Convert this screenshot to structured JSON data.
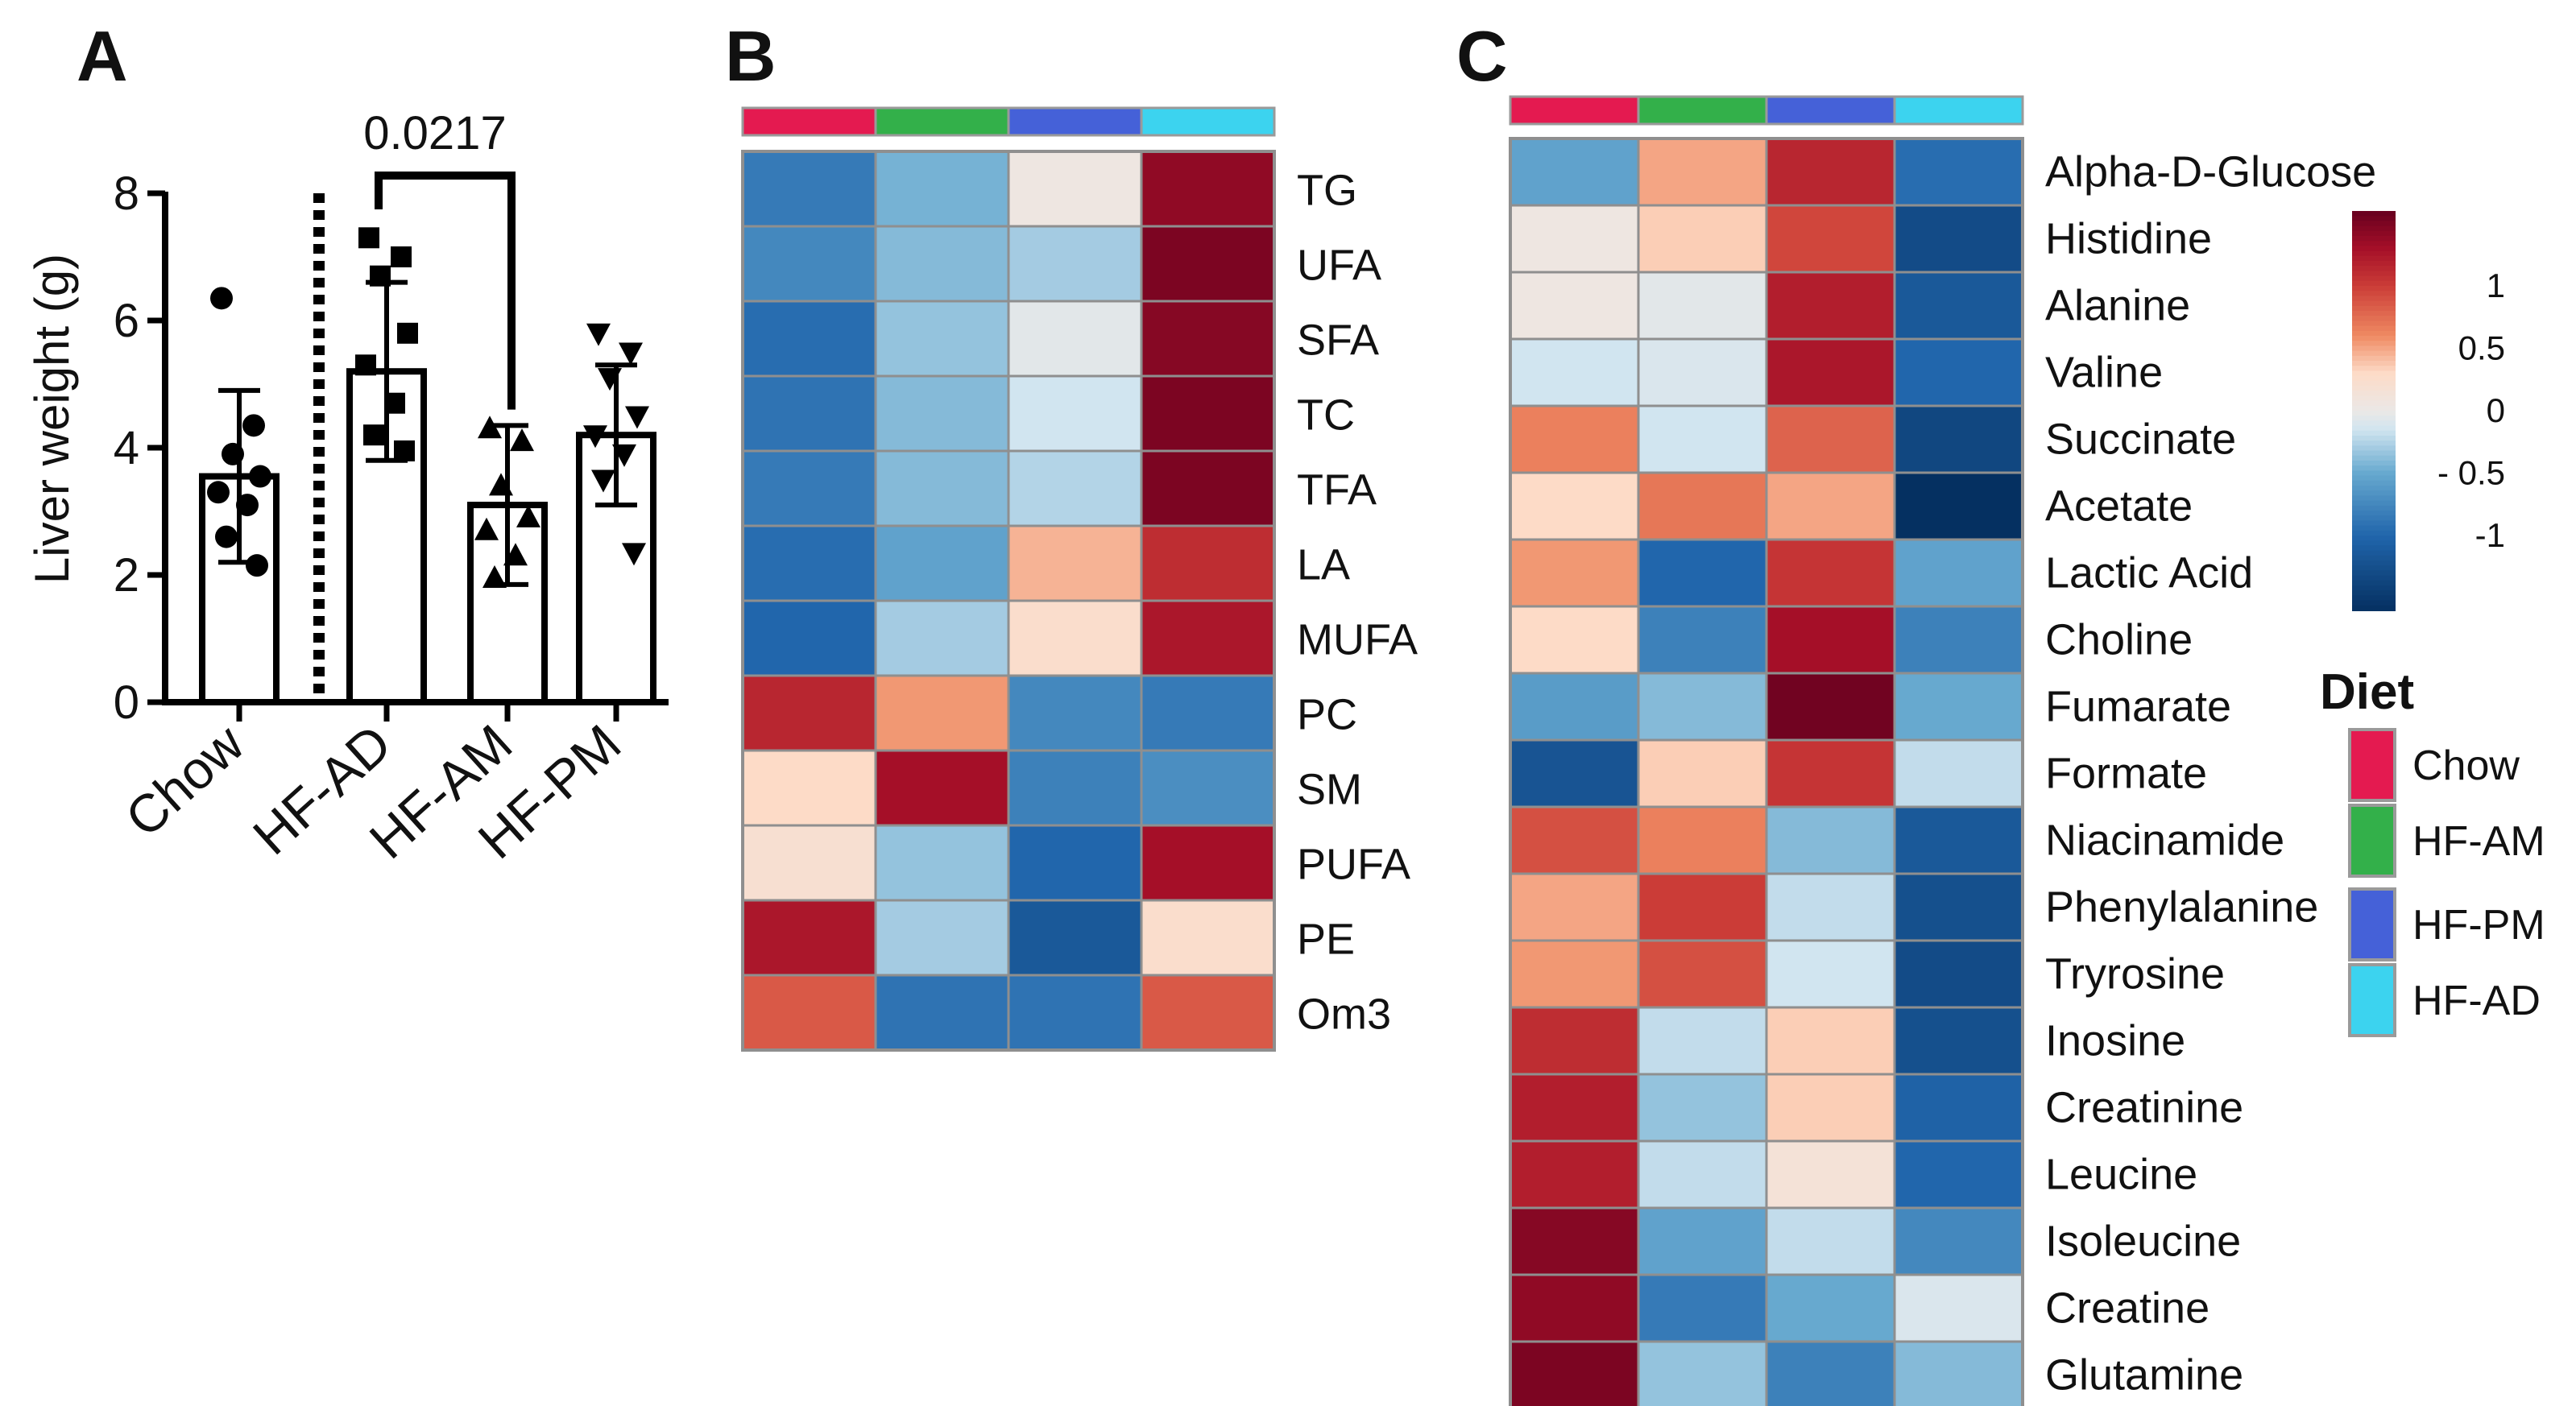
{
  "panels": {
    "a": "A",
    "b": "B",
    "c": "C"
  },
  "colors": {
    "Chow": "#e41a50",
    "HF-AM": "#33b04a",
    "HF-PM": "#4561d8",
    "HF-AD": "#3cd3ef"
  },
  "chart_data": [
    {
      "type": "bar",
      "panel": "A",
      "ylabel": "Liver weight (g)",
      "ylim": [
        0,
        8
      ],
      "yticks": [
        "0",
        "2",
        "4",
        "6",
        "8"
      ],
      "categories": [
        "Chow",
        "HF-AD",
        "HF-AM",
        "HF-PM"
      ],
      "values": [
        3.55,
        5.2,
        3.1,
        4.2
      ],
      "sd": [
        1.35,
        1.4,
        1.25,
        1.1
      ],
      "markers": [
        "circle",
        "square",
        "triangle",
        "triangle-down"
      ],
      "points": [
        [
          6.35,
          4.35,
          3.9,
          3.55,
          3.3,
          3.1,
          2.6,
          2.15
        ],
        [
          7.3,
          7.0,
          6.7,
          5.8,
          5.3,
          4.7,
          4.2,
          3.95
        ],
        [
          4.3,
          4.1,
          3.4,
          2.9,
          2.7,
          2.3,
          1.95
        ],
        [
          5.8,
          5.5,
          5.1,
          4.5,
          4.2,
          3.9,
          3.5,
          2.35
        ]
      ],
      "significance": {
        "from": "HF-AD",
        "to": "HF-AM",
        "label": "0.0217"
      }
    },
    {
      "type": "heatmap",
      "panel": "B",
      "columns": [
        "Chow",
        "HF-AM",
        "HF-PM",
        "HF-AD"
      ],
      "rows": [
        "TG",
        "UFA",
        "SFA",
        "TC",
        "TFA",
        "LA",
        "MUFA",
        "PC",
        "SM",
        "PUFA",
        "PE",
        "Om3"
      ],
      "values": [
        [
          -0.85,
          -0.45,
          0.05,
          1.4
        ],
        [
          -0.75,
          -0.4,
          -0.3,
          1.5
        ],
        [
          -0.95,
          -0.35,
          -0.05,
          1.45
        ],
        [
          -0.9,
          -0.4,
          -0.15,
          1.5
        ],
        [
          -0.85,
          -0.4,
          -0.25,
          1.5
        ],
        [
          -0.95,
          -0.55,
          0.45,
          1.1
        ],
        [
          -1.0,
          -0.3,
          0.25,
          1.25
        ],
        [
          1.15,
          0.55,
          -0.75,
          -0.85
        ],
        [
          0.3,
          1.3,
          -0.8,
          -0.7
        ],
        [
          0.2,
          -0.35,
          -1.0,
          1.3
        ],
        [
          1.25,
          -0.3,
          -1.15,
          0.25
        ],
        [
          0.85,
          -0.9,
          -0.9,
          0.85
        ]
      ]
    },
    {
      "type": "heatmap",
      "panel": "C",
      "columns": [
        "Chow",
        "HF-AM",
        "HF-PM",
        "HF-AD"
      ],
      "rows": [
        "Alpha-D-Glucose",
        "Histidine",
        "Alanine",
        "Valine",
        "Succinate",
        "Acetate",
        "Lactic Acid",
        "Choline",
        "Fumarate",
        "Formate",
        "Niacinamide",
        "Phenylalanine",
        "Tryrosine",
        "Inosine",
        "Creatinine",
        "Leucine",
        "Isoleucine",
        "Creatine",
        "Glutamine"
      ],
      "values": [
        [
          -0.55,
          0.5,
          1.15,
          -0.95
        ],
        [
          0.05,
          0.35,
          0.95,
          -1.3
        ],
        [
          0.05,
          -0.05,
          1.2,
          -1.15
        ],
        [
          -0.15,
          -0.1,
          1.25,
          -1.0
        ],
        [
          0.65,
          -0.15,
          0.8,
          -1.35
        ],
        [
          0.3,
          0.7,
          0.5,
          -1.6
        ],
        [
          0.55,
          -1.0,
          1.05,
          -0.55
        ],
        [
          0.3,
          -0.8,
          1.3,
          -0.8
        ],
        [
          -0.6,
          -0.4,
          1.55,
          -0.5
        ],
        [
          -1.2,
          0.35,
          1.05,
          -0.2
        ],
        [
          0.9,
          0.65,
          -0.4,
          -1.15
        ],
        [
          0.5,
          1.0,
          -0.2,
          -1.25
        ],
        [
          0.55,
          0.9,
          -0.15,
          -1.3
        ],
        [
          1.1,
          -0.2,
          0.35,
          -1.25
        ],
        [
          1.2,
          -0.35,
          0.35,
          -1.05
        ],
        [
          1.2,
          -0.2,
          0.15,
          -1.0
        ],
        [
          1.45,
          -0.55,
          -0.2,
          -0.75
        ],
        [
          1.4,
          -0.85,
          -0.5,
          -0.1
        ],
        [
          1.5,
          -0.35,
          -0.8,
          -0.4
        ]
      ]
    }
  ],
  "colorbar": {
    "ticks": [
      "1",
      "0.5",
      "0",
      "- 0.5",
      "-1"
    ],
    "tick_values": [
      1,
      0.5,
      0,
      -0.5,
      -1
    ]
  },
  "legend": {
    "title": "Diet",
    "items": [
      "Chow",
      "HF-AM",
      "HF-PM",
      "HF-AD"
    ]
  }
}
